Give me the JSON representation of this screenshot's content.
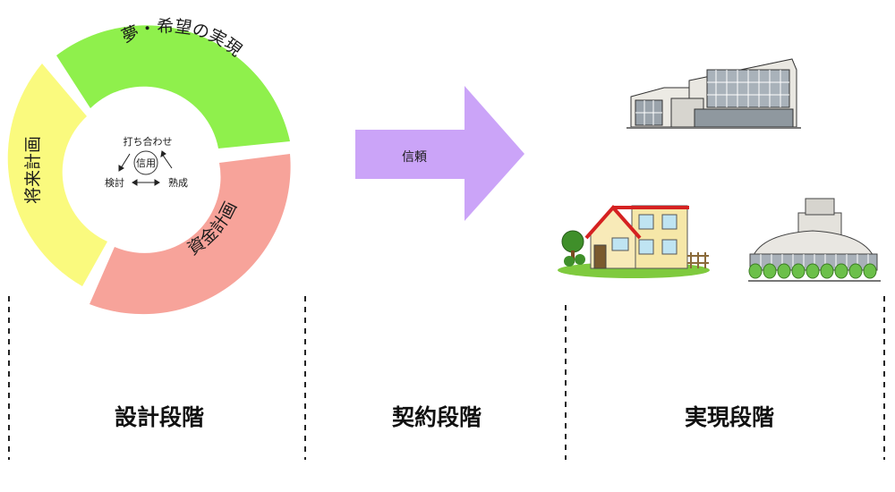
{
  "cycle": {
    "segments": [
      {
        "label": "夢・希望の実現",
        "color": "#8ff04c"
      },
      {
        "label": "資金計画",
        "color": "#f7a39a"
      },
      {
        "label": "将来計画",
        "color": "#fafa7e"
      }
    ],
    "center": {
      "top_label": "打ち合わせ",
      "left_label": "検討",
      "right_label": "熟成",
      "middle_label": "信用"
    }
  },
  "arrow": {
    "label": "信頼",
    "color": "#cba4f8"
  },
  "stages": [
    {
      "label": "設計段階"
    },
    {
      "label": "契約段階"
    },
    {
      "label": "実現段階"
    }
  ]
}
